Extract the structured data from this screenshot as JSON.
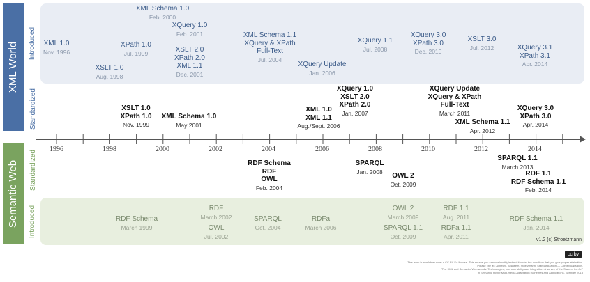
{
  "sections": {
    "xml_world": "XML World",
    "semantic_web": "Semantic Web",
    "introduced": "Introduced",
    "standardized": "Standardized"
  },
  "years": [
    "1996",
    "1998",
    "2000",
    "2002",
    "2004",
    "2006",
    "2008",
    "2010",
    "2012",
    "2014"
  ],
  "xml_introduced": [
    {
      "lines": [
        "XML 1.0"
      ],
      "date": "Nov. 1996"
    },
    {
      "lines": [
        "XSLT 1.0"
      ],
      "date": "Aug. 1998"
    },
    {
      "lines": [
        "XPath 1.0"
      ],
      "date": "Jul. 1999"
    },
    {
      "lines": [
        "XML Schema 1.0"
      ],
      "date": "Feb. 2000"
    },
    {
      "lines": [
        "XQuery 1.0"
      ],
      "date": "Feb. 2001"
    },
    {
      "lines": [
        "XSLT 2.0",
        "XPath 2.0",
        "XML 1.1"
      ],
      "date": "Dec. 2001"
    },
    {
      "lines": [
        "XML Schema 1.1",
        "XQuery & XPath",
        "Full-Text"
      ],
      "date": "Jul. 2004"
    },
    {
      "lines": [
        "XQuery Update"
      ],
      "date": "Jan. 2006"
    },
    {
      "lines": [
        "XQuery 1.1"
      ],
      "date": "Jul. 2008"
    },
    {
      "lines": [
        "XQuery 3.0",
        "XPath 3.0"
      ],
      "date": "Dec. 2010"
    },
    {
      "lines": [
        "XSLT 3.0"
      ],
      "date": "Jul. 2012"
    },
    {
      "lines": [
        "XQuery 3.1",
        "XPath 3.1"
      ],
      "date": "Apr. 2014"
    }
  ],
  "xml_standardized": [
    {
      "lines": [
        "XSLT 1.0",
        "XPath 1.0"
      ],
      "date": "Nov. 1999"
    },
    {
      "lines": [
        "XML Schema 1.0"
      ],
      "date": "May 2001"
    },
    {
      "lines": [
        "XML 1.0",
        "XML 1.1"
      ],
      "date": "Aug./Sept. 2006"
    },
    {
      "lines": [
        "XQuery 1.0",
        "XSLT 2.0",
        "XPath 2.0"
      ],
      "date": "Jan. 2007"
    },
    {
      "lines": [
        "XQuery Update",
        "XQuery & XPath",
        "Full-Text"
      ],
      "date": "March 2011"
    },
    {
      "lines": [
        "XML Schema 1.1"
      ],
      "date": "Apr. 2012"
    },
    {
      "lines": [
        "XQuery 3.0",
        "XPath 3.0"
      ],
      "date": "Apr. 2014"
    }
  ],
  "sw_standardized": [
    {
      "lines": [
        "RDF Schema",
        "RDF",
        "OWL"
      ],
      "date": "Feb. 2004"
    },
    {
      "lines": [
        "SPARQL"
      ],
      "date": "Jan. 2008"
    },
    {
      "lines": [
        "OWL 2"
      ],
      "date": "Oct. 2009"
    },
    {
      "lines": [
        "SPARQL 1.1"
      ],
      "date": "March 2013"
    },
    {
      "lines": [
        "RDF 1.1",
        "RDF Schema 1.1"
      ],
      "date": "Feb. 2014"
    }
  ],
  "sw_introduced": [
    {
      "lines": [
        "RDF Schema"
      ],
      "date": "March 1999"
    },
    {
      "lines": [
        "RDF"
      ],
      "date": "March 2002"
    },
    {
      "lines": [
        "OWL"
      ],
      "date": "Jul. 2002"
    },
    {
      "lines": [
        "SPARQL"
      ],
      "date": "Oct. 2004"
    },
    {
      "lines": [
        "RDFa"
      ],
      "date": "March 2006"
    },
    {
      "lines": [
        "OWL 2"
      ],
      "date": "March 2009"
    },
    {
      "lines": [
        "SPARQL 1.1"
      ],
      "date": "Oct. 2009"
    },
    {
      "lines": [
        "RDF 1.1"
      ],
      "date": "Aug. 2011"
    },
    {
      "lines": [
        "RDFa 1.1"
      ],
      "date": "Apr. 2011"
    },
    {
      "lines": [
        "RDF Schema 1.1"
      ],
      "date": "Jan. 2014"
    }
  ],
  "version": "v1.2 (c) Stroetzmann",
  "license_badge": "cc by",
  "footer_lines": [
    "This work is available under a CC BY-SA license. This means you can use/modify/extend it under the condition that you give proper attribution.",
    "Please cite as: Albrecht, Tasneem, Stoetzmann, Standardization — Contextualization.",
    "\"The XML and Semantic Web worlds: Technologies, interoperability and integration. A survey of the State of the Art\"",
    "in Semantic Hyper/Multi-media Adaptation: Schemes and Applications, Springer 2013"
  ],
  "colors": {
    "xml_side": "#4a6fa5",
    "sw_side": "#7aa35f",
    "xml_band": "#e9edf4",
    "sw_band": "#e8efdf",
    "axis": "#555555"
  }
}
